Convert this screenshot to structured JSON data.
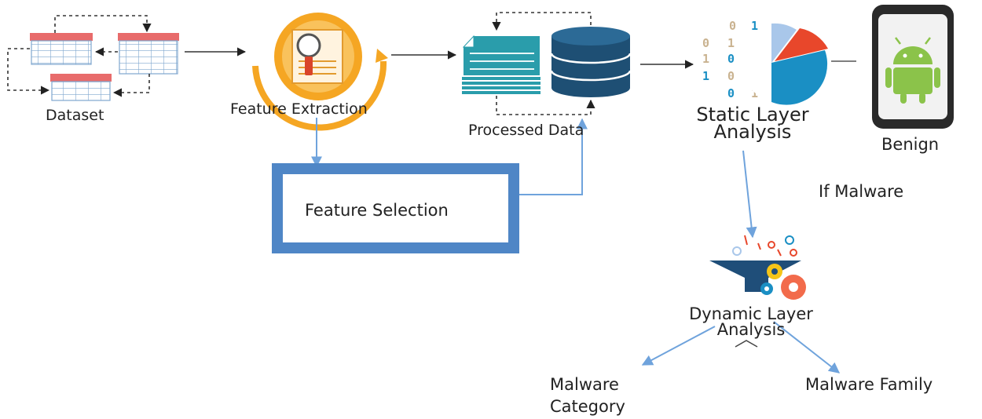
{
  "labels": {
    "dataset": "Dataset",
    "feature_extraction": "Feature Extraction",
    "processed_data": "Processed Data",
    "static_layer_line1": "Static Layer",
    "static_layer_line2": "Analysis",
    "benign": "Benign",
    "if_malware": "If Malware",
    "feature_selection": "Feature Selection",
    "dynamic_layer_line1": "Dynamic Layer",
    "dynamic_layer_line2": "Analysis",
    "malware_category_line1": "Malware",
    "malware_category_line2": "Category",
    "malware_family": "Malware Family"
  },
  "binary_digits": {
    "row1": [
      "0",
      "1"
    ],
    "row2": [
      "0",
      "1",
      "0"
    ],
    "row3": [
      "1",
      "0",
      "1"
    ],
    "row4": [
      "1",
      "0",
      "0"
    ],
    "row5": [
      "0",
      "1"
    ]
  },
  "colors": {
    "arrow_blue": "#6fa3dc",
    "box_blue": "#4f86c6",
    "table_header": "#e86b6b",
    "table_grid": "#7fa7cf",
    "funnel_navy": "#1f4e79",
    "db_navy": "#1e4f74",
    "android_green": "#8bc34a",
    "pie_red": "#e8472b",
    "pie_blue": "#1a8fc4",
    "pie_light": "#a9c7ea",
    "extraction_orange": "#f5a623"
  }
}
